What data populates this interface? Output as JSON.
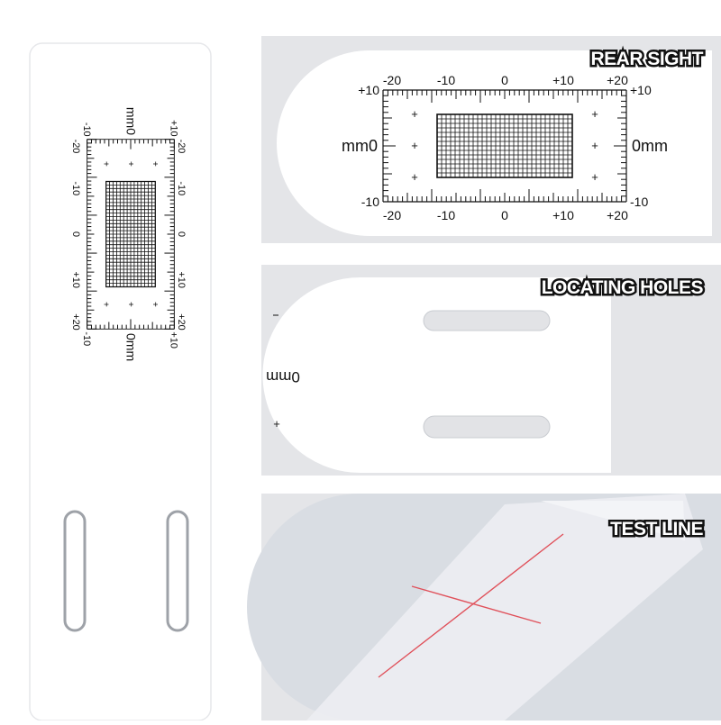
{
  "sections": {
    "rear_sight": "REAR SIGHT",
    "locating_holes": "LOCATING HOLES",
    "test_line": "TEST LINE"
  },
  "scale": {
    "h_top": [
      "-20",
      "-10",
      "0",
      "+10",
      "+20"
    ],
    "h_bottom": [
      "-20",
      "-10",
      "0",
      "+10",
      "+20"
    ],
    "v_left_top": "+10",
    "v_left_bottom": "-10",
    "v_right_top": "+10",
    "v_right_bottom": "-10",
    "unit": "0mm",
    "unit_left": "mm0"
  },
  "colors": {
    "card": "#ffffff",
    "panel_bg": "#e4e5e8",
    "ink": "#111111",
    "test_line": "#e0505a"
  }
}
